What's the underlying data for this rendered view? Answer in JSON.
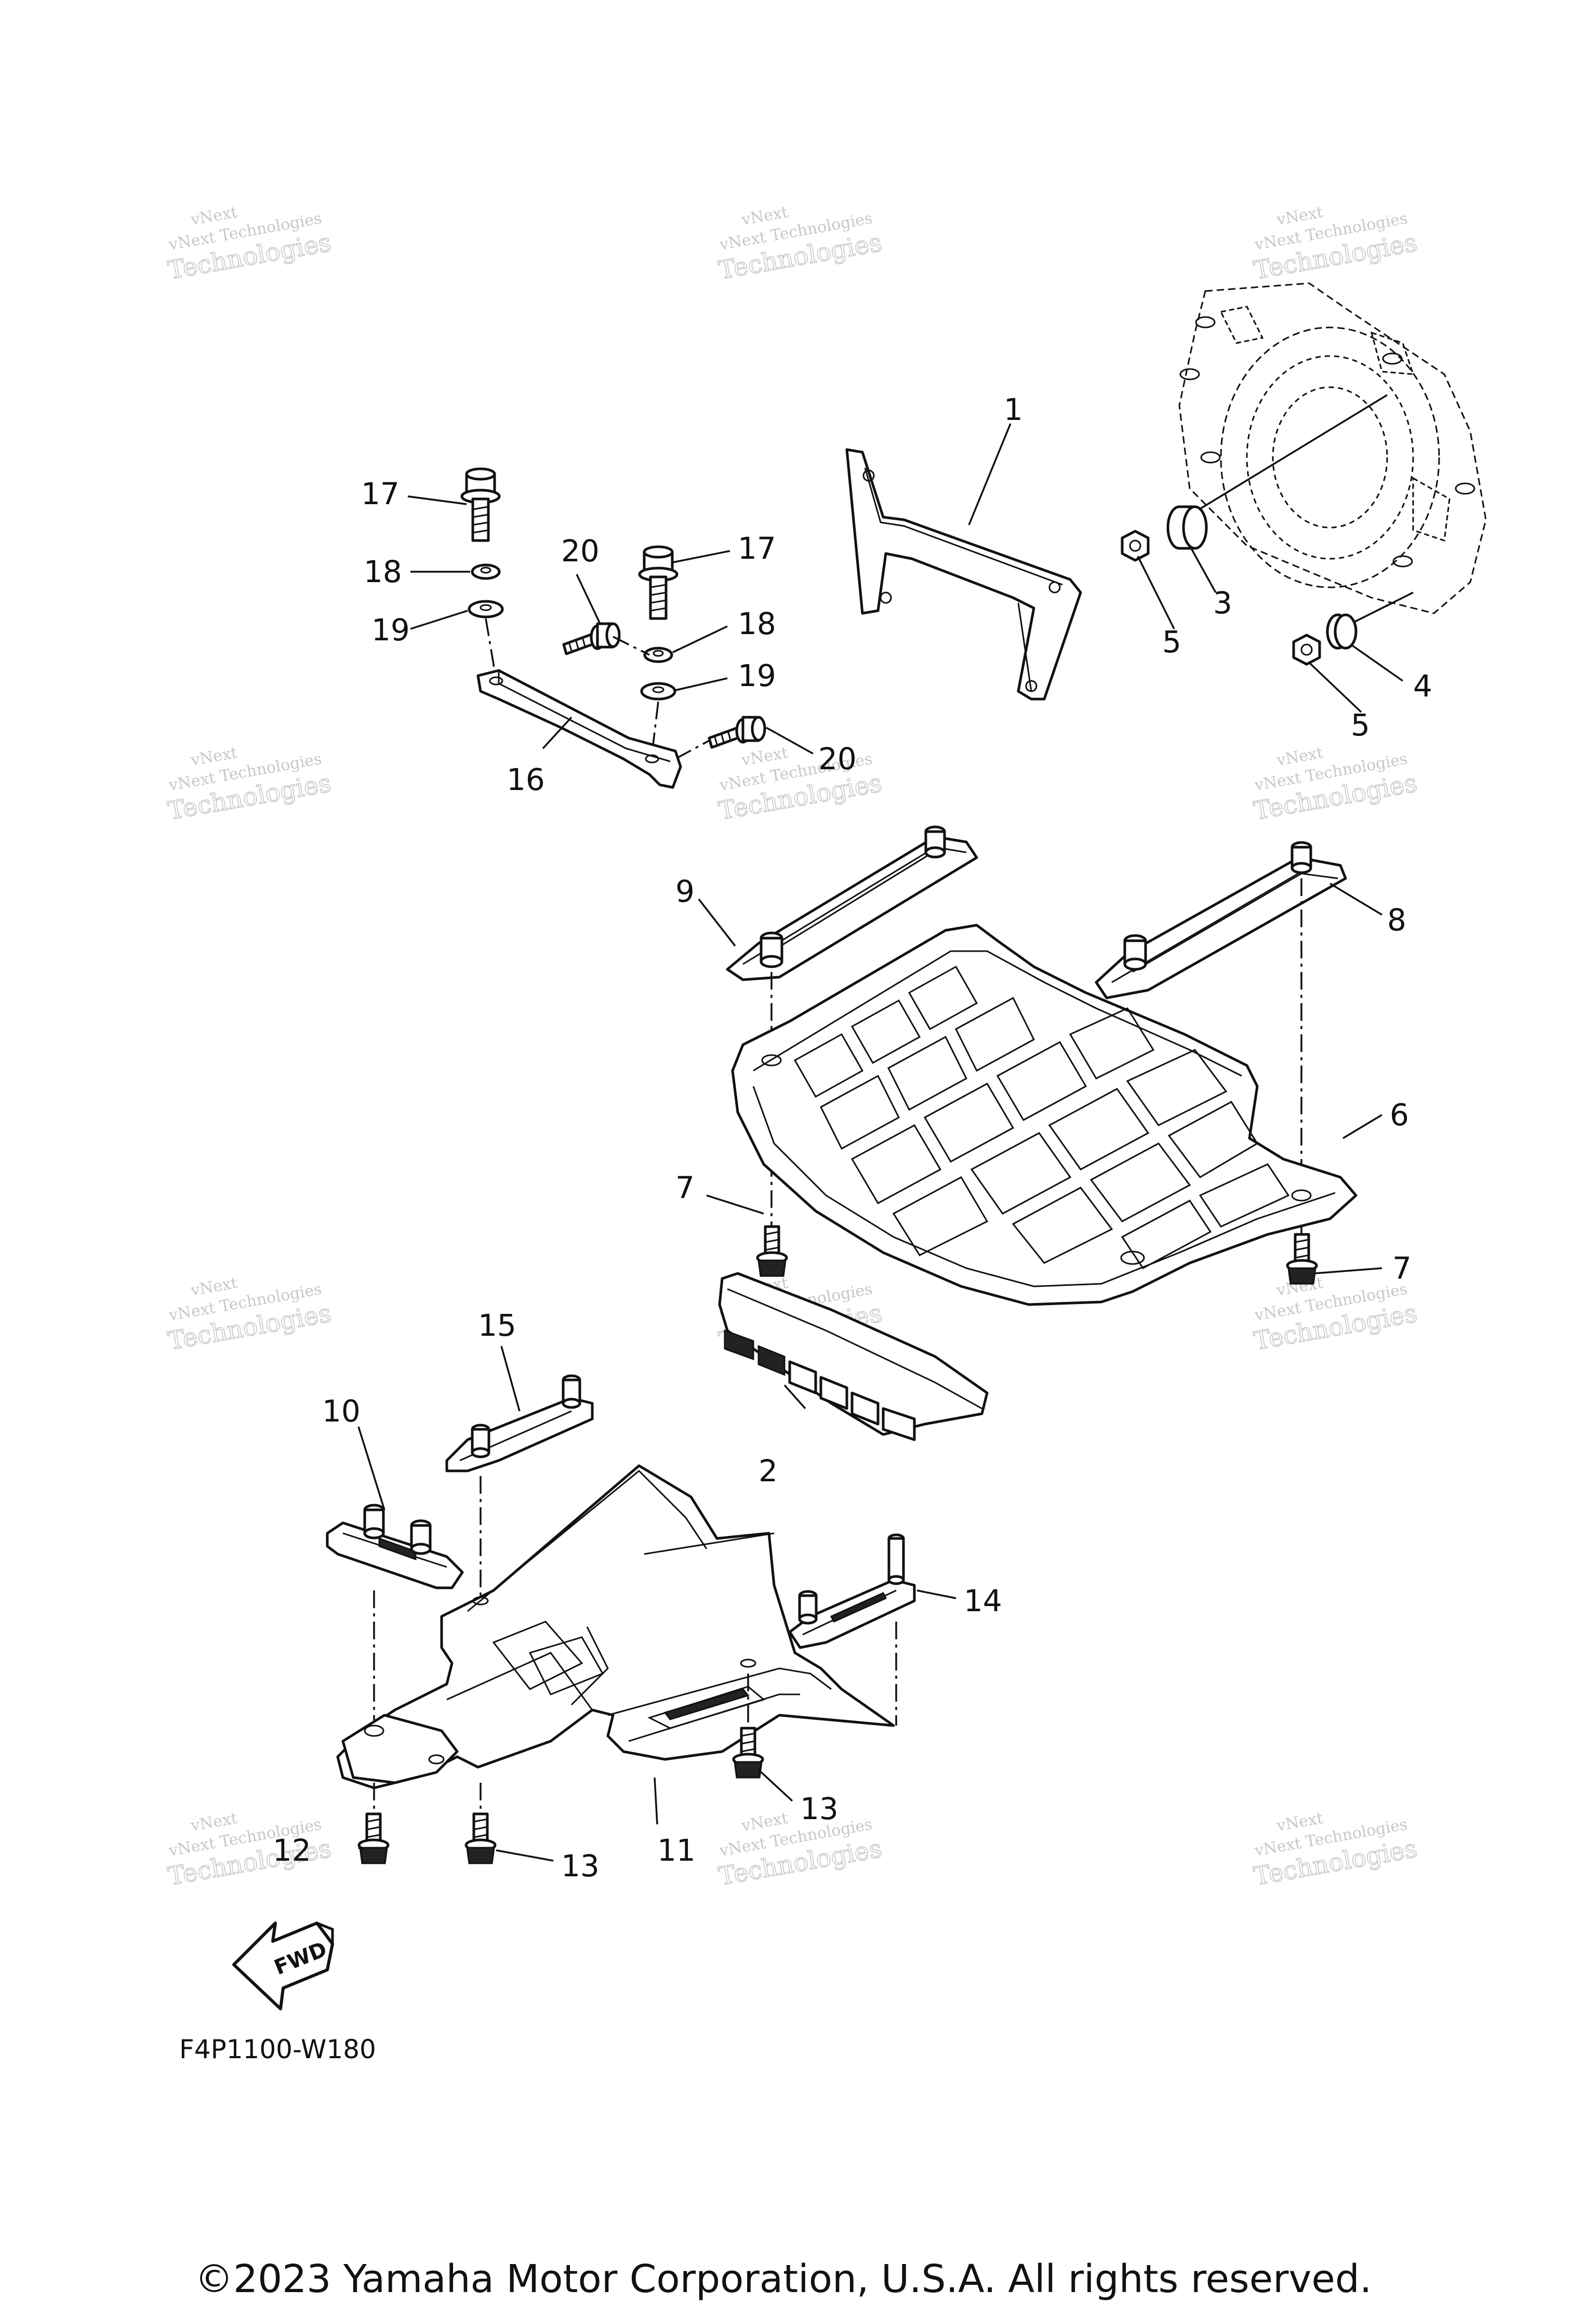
{
  "watermark": {
    "line1": "vNext",
    "line2": "vNext Technologies",
    "line3": "Technologies"
  },
  "callouts": {
    "c1": "1",
    "c2": "2",
    "c3": "3",
    "c4": "4",
    "c5a": "5",
    "c5b": "5",
    "c6": "6",
    "c7a": "7",
    "c7b": "7",
    "c8": "8",
    "c9": "9",
    "c10": "10",
    "c11": "11",
    "c12": "12",
    "c13a": "13",
    "c13b": "13",
    "c14": "14",
    "c15": "15",
    "c16": "16",
    "c17a": "17",
    "c17b": "17",
    "c18a": "18",
    "c18b": "18",
    "c19a": "19",
    "c19b": "19",
    "c20a": "20",
    "c20b": "20"
  },
  "direction_indicator": "FWD",
  "diagram_code": "F4P1100-W180",
  "copyright": "©2023 Yamaha Motor Corporation, U.S.A. All rights reserved."
}
